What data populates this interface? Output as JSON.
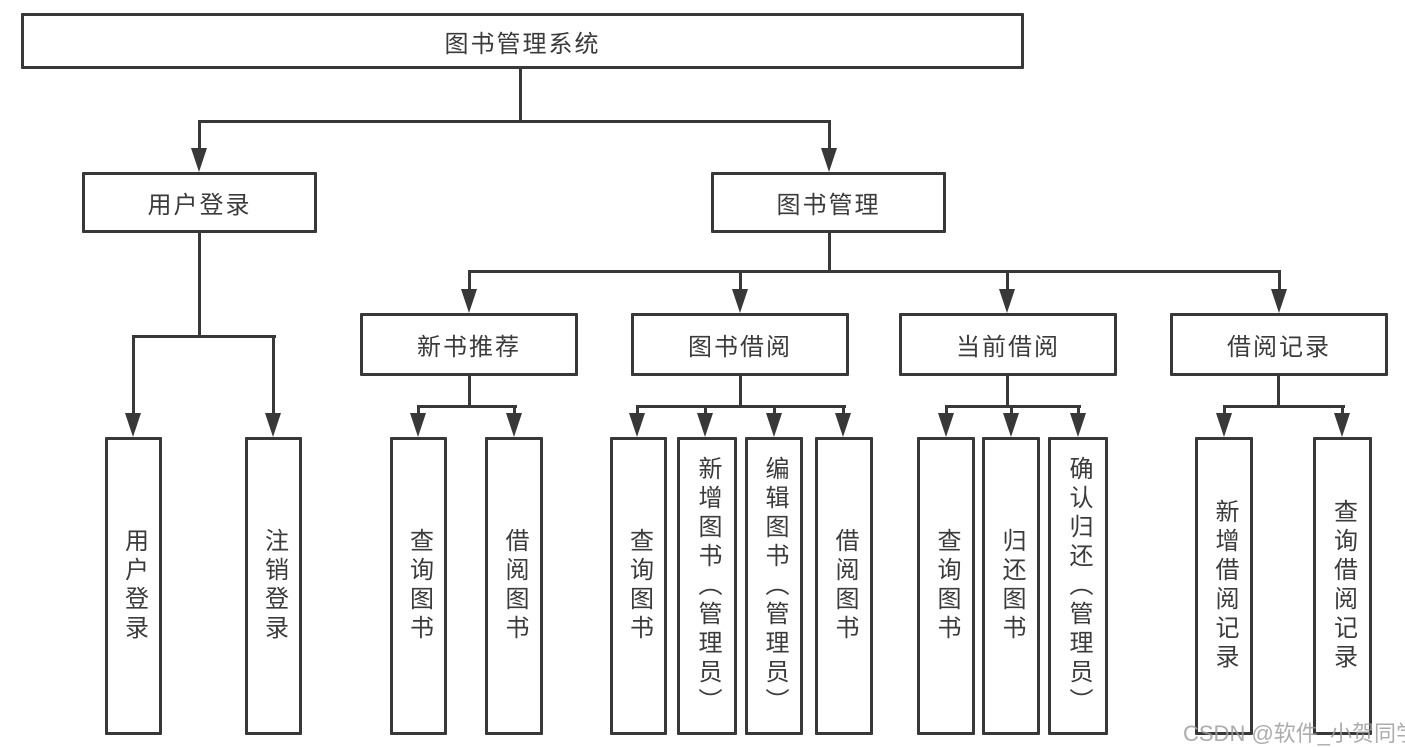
{
  "tree": {
    "label": "图书管理系统",
    "children": [
      {
        "label": "用户登录",
        "children": [
          {
            "label": "用户登录"
          },
          {
            "label": "注销登录"
          }
        ]
      },
      {
        "label": "图书管理",
        "children": [
          {
            "label": "新书推荐",
            "children": [
              {
                "label": "查询图书"
              },
              {
                "label": "借阅图书"
              }
            ]
          },
          {
            "label": "图书借阅",
            "children": [
              {
                "label": "查询图书"
              },
              {
                "label": "新增图书（管理员）"
              },
              {
                "label": "编辑图书（管理员）"
              },
              {
                "label": "借阅图书"
              }
            ]
          },
          {
            "label": "当前借阅",
            "children": [
              {
                "label": "查询图书"
              },
              {
                "label": "归还图书"
              },
              {
                "label": "确认归还（管理员）"
              }
            ]
          },
          {
            "label": "借阅记录",
            "children": [
              {
                "label": "新增借阅记录"
              },
              {
                "label": "查询借阅记录"
              }
            ]
          }
        ]
      }
    ]
  },
  "watermark": {
    "text": "CSDN @软件_小贺同学"
  },
  "colors": {
    "line": "#383838",
    "text": "#3b3b3b",
    "watermark": "#9e9e9e",
    "background": "#ffffff"
  }
}
